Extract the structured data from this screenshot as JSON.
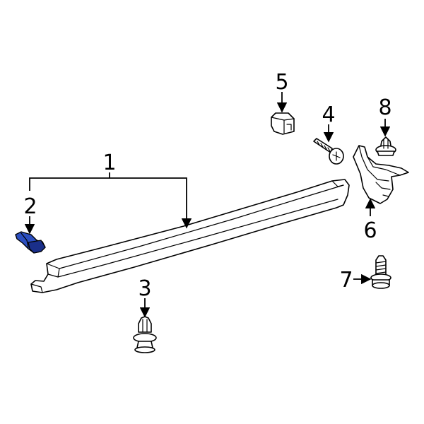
{
  "diagram": {
    "callouts": [
      "1",
      "2",
      "3",
      "4",
      "5",
      "6",
      "7",
      "8"
    ],
    "highlighted_part": "2",
    "colors": {
      "highlight_fill": "#2c4fc0",
      "highlight_shade": "#1a2f8a",
      "line": "#000000",
      "background": "#ffffff"
    }
  }
}
